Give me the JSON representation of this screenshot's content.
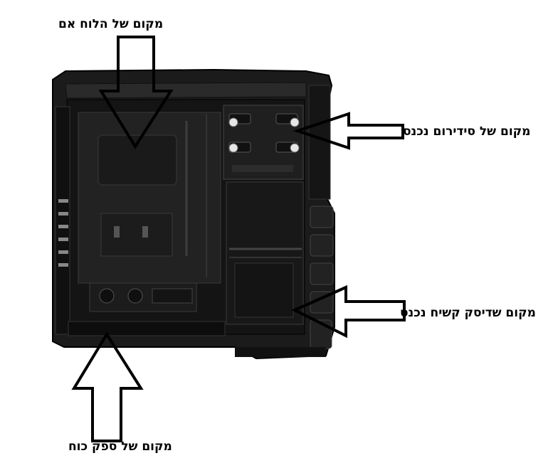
{
  "labels": {
    "motherboard": "מקום של הלוח אם",
    "optical_drive": "מקום של סידירום נכנס",
    "hard_disk": "מקום שדיסק קשיח נכנס",
    "power_supply": "מקום של ספק כוח"
  },
  "colors": {
    "case_body": "#1b1b1b",
    "case_dark": "#0e0e0e",
    "case_panel": "#2a2a2a",
    "arrow_stroke": "#000000",
    "arrow_fill": "#ffffff",
    "drive_knob": "#e6e6e6"
  }
}
